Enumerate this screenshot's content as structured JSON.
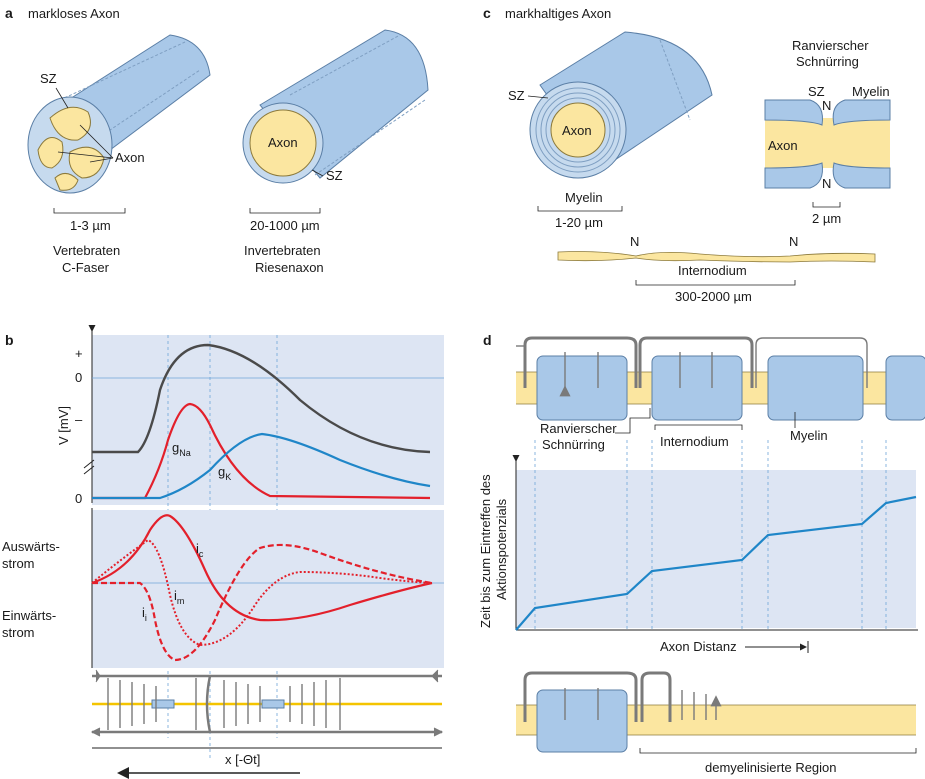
{
  "panel_a": {
    "letter": "a",
    "title": "markloses Axon",
    "sz_left": "SZ",
    "axon_left": "Axon",
    "scale_left": "1-3 µm",
    "caption_left_1": "Vertebraten",
    "caption_left_2": "C-Faser",
    "axon_right": "Axon",
    "sz_right": "SZ",
    "scale_right": "20-1000 µm",
    "caption_right_1": "Invertebraten",
    "caption_right_2": "Riesenaxon"
  },
  "panel_c": {
    "letter": "c",
    "title": "markhaltiges Axon",
    "sz": "SZ",
    "axon": "Axon",
    "myelin": "Myelin",
    "scale_left": "1-20 µm",
    "ranvier_1": "Ranvierscher",
    "ranvier_2": "Schnürring",
    "sz_node": "SZ",
    "n_top": "N",
    "myelin_node": "Myelin",
    "axon_node": "Axon",
    "n_bottom": "N",
    "scale_node": "2 µm",
    "n_left": "N",
    "n_right": "N",
    "internodium": "Internodium",
    "scale_internode": "300-2000 µm"
  },
  "panel_b": {
    "letter": "b",
    "y_plus": "+",
    "y_zero": "0",
    "y_minus": "–",
    "y_zero_low": "0",
    "y_axis_label": "V [mV]",
    "g_na_main": "g",
    "g_na_sub": "Na",
    "g_k_main": "g",
    "g_k_sub": "K",
    "out_1": "Auswärts-",
    "out_2": "strom",
    "in_1": "Einwärts-",
    "in_2": "strom",
    "ic_main": "i",
    "ic_sub": "c",
    "im_main": "i",
    "im_sub": "m",
    "ii_main": "i",
    "ii_sub": "i",
    "x_label": "x [-Θt]"
  },
  "panel_d": {
    "letter": "d",
    "ranvier_1": "Ranvierscher",
    "ranvier_2": "Schnürring",
    "internodium": "Internodium",
    "myelin": "Myelin",
    "y_label_1": "Zeit bis zum Eintreffen des",
    "y_label_2": "Aktionspotenzials",
    "x_label": "Axon Distanz",
    "demyelinated": "demyelinisierte Region"
  },
  "colors": {
    "myelin_blue": "#a9c8e8",
    "axon_yellow": "#fbe6a0",
    "plot_bg": "#dde5f3",
    "red": "#e3202b",
    "blue": "#1f86c8",
    "dark": "#4a4a4a",
    "arrow_grey": "#7a7a7a"
  }
}
